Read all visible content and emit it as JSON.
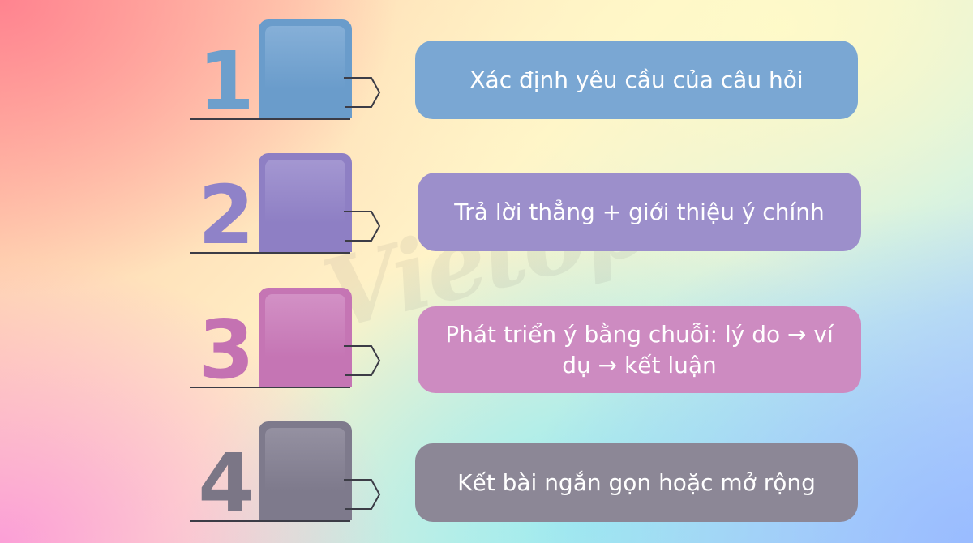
{
  "watermark": "Vietop",
  "steps": [
    {
      "number": "1",
      "text": "Xác định yêu cầu của câu hỏi",
      "color": "#6d9fcc",
      "card_color": "#6a9ccb",
      "card_light": "#8fb6dc",
      "box_color": "#7aa7d3"
    },
    {
      "number": "2",
      "text": "Trả lời thẳng + giới thiệu ý chính",
      "color": "#8f82c8",
      "card_color": "#8e7fc4",
      "card_light": "#ab9fd6",
      "box_color": "#9c8fcb"
    },
    {
      "number": "3",
      "text": "Phát triển ý bằng chuỗi: lý do → ví dụ → kết luận",
      "color": "#c472b2",
      "card_color": "#c575b4",
      "card_light": "#d79acb",
      "box_color": "#cd8bc1"
    },
    {
      "number": "4",
      "text": "Kết bài ngắn gọn hoặc mở rộng",
      "color": "#7b7686",
      "card_color": "#7e7a8c",
      "card_light": "#9c98a8",
      "box_color": "#8c8796"
    }
  ]
}
